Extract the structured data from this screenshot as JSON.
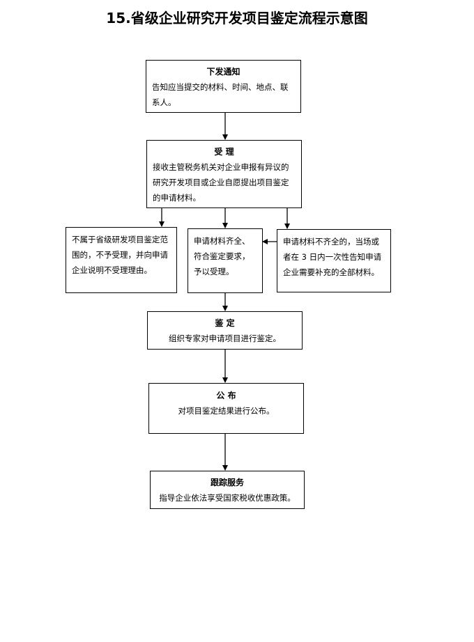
{
  "title": "15.省级企业研究开发项目鉴定流程示意图",
  "steps": {
    "issue": {
      "heading": "下发通知",
      "text": "告知应当提交的材料、时间、地点、联系人。"
    },
    "accept": {
      "heading": "受  理",
      "text": "接收主管税务机关对企业申报有异议的研究开发项目或企业自愿提出项目鉴定的申请材料。"
    },
    "reject": {
      "text": "不属于省级研发项目鉴定范围的，不予受理，并向申请企业说明不受理理由。"
    },
    "complete": {
      "text": "申请材料齐全、符合鉴定要求，予以受理。"
    },
    "incomplete": {
      "text": "申请材料不齐全的，当场或者在 3 日内一次性告知申请企业需要补充的全部材料。"
    },
    "appraise": {
      "heading": "鉴  定",
      "text": "组织专家对申请项目进行鉴定。"
    },
    "publish": {
      "heading": "公  布",
      "text": "对项目鉴定结果进行公布。"
    },
    "follow": {
      "heading": "跟踪服务",
      "text": "指导企业依法享受国家税收优惠政策。"
    }
  }
}
